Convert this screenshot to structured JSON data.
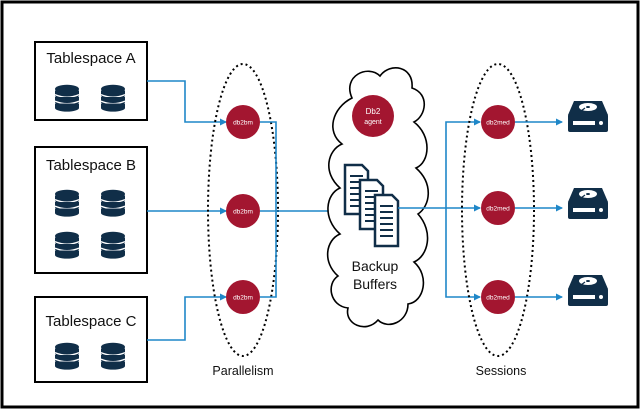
{
  "tablespaces": [
    {
      "label": "Tablespace A",
      "db_icons": 2
    },
    {
      "label": "Tablespace B",
      "db_icons": 4
    },
    {
      "label": "Tablespace C",
      "db_icons": 2
    }
  ],
  "parallelism": {
    "label": "Parallelism",
    "nodes": [
      "db2bm",
      "db2bm",
      "db2bm"
    ]
  },
  "cloud": {
    "agent_line1": "Db2",
    "agent_line2": "agent",
    "buffers_line1": "Backup",
    "buffers_line2": "Buffers"
  },
  "sessions": {
    "label": "Sessions",
    "nodes": [
      "db2med",
      "db2med",
      "db2med"
    ]
  },
  "devices": [
    "disk-drive",
    "disk-drive",
    "disk-drive"
  ],
  "colors": {
    "arrow": "#1f87c8",
    "node": "#a31630",
    "db_icon": "#102e48",
    "device": "#102e48",
    "frame": "#000000"
  }
}
